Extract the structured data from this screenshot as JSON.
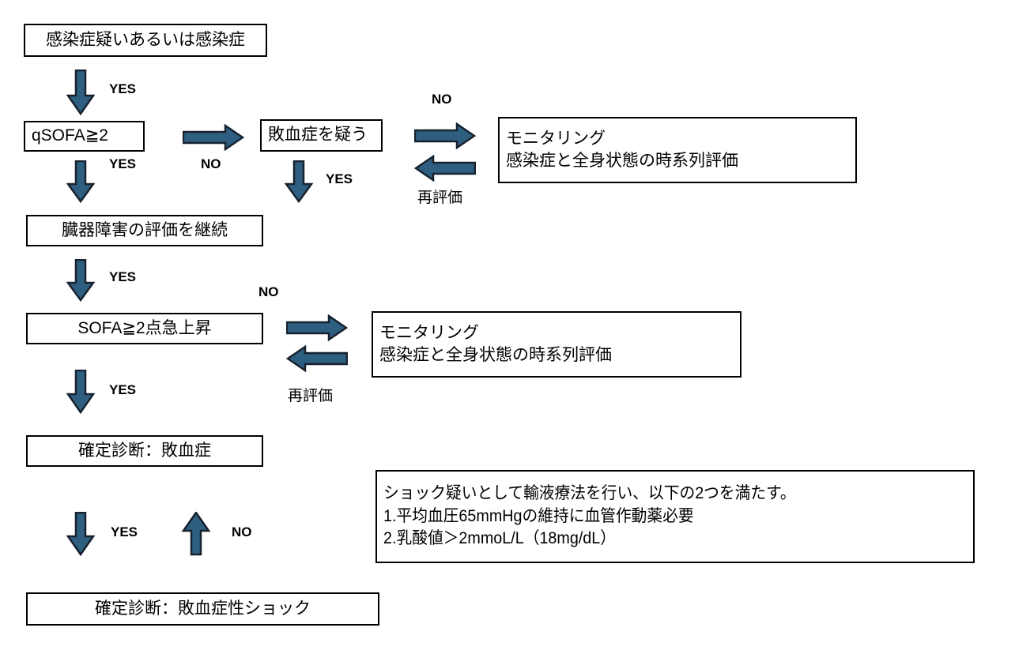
{
  "diagram": {
    "title": "Sepsis diagnosis flowchart (qSOFA / SOFA)",
    "colors": {
      "arrow_fill": "#2e5f80",
      "arrow_stroke": "#17222e",
      "box_border": "#000000",
      "background": "#ffffff",
      "text": "#000000"
    }
  },
  "nodes": {
    "infection": {
      "text": "感染症疑いあるいは感染症"
    },
    "qsofa": {
      "text": "qSOFA≧2"
    },
    "suspect_sepsis": {
      "text": "敗血症を疑う"
    },
    "monitoring_1": {
      "line1": "モニタリング",
      "line2": "感染症と全身状態の時系列評価"
    },
    "organ_eval": {
      "text": "臓器障害の評価を継続"
    },
    "sofa": {
      "text": "SOFA≧2点急上昇"
    },
    "monitoring_2": {
      "line1": "モニタリング",
      "line2": "感染症と全身状態の時系列評価"
    },
    "dx_sepsis": {
      "text": "確定診断：敗血症"
    },
    "shock_criteria": {
      "line1": "ショック疑いとして輸液療法を行い、以下の2つを満たす。",
      "line2": "1.平均血圧65mmHgの維持に血管作動薬必要",
      "line3": "2.乳酸値＞2mmoL/L（18mg/dL）"
    },
    "dx_septic_shock": {
      "text": "確定診断：敗血症性ショック"
    }
  },
  "labels": {
    "yes_infection_to_qsofa": "YES",
    "yes_qsofa_to_organ": "YES",
    "no_qsofa_to_suspect": "NO",
    "no_suspect_to_monitoring1": "NO",
    "yes_suspect_down": "YES",
    "reassess_1": "再評価",
    "yes_organ_to_sofa": "YES",
    "no_sofa_to_monitoring2": "NO",
    "yes_sofa_to_dx": "YES",
    "reassess_2": "再評価",
    "yes_dx_to_shock": "YES",
    "no_shock_back": "NO"
  }
}
